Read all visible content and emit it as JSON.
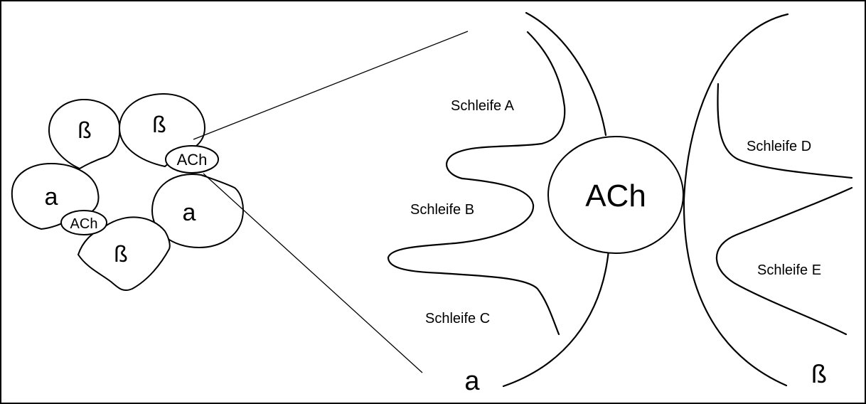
{
  "receptor_overview": {
    "subunits": [
      "ß",
      "ß",
      "a",
      "a",
      "ß"
    ],
    "binding_sites": [
      "ACh",
      "ACh"
    ]
  },
  "detail": {
    "ligand": "ACh",
    "left_subunit": "a",
    "right_subunit": "ß",
    "loops": [
      "Schleife A",
      "Schleife B",
      "Schleife C",
      "Schleife D",
      "Schleife E"
    ]
  }
}
